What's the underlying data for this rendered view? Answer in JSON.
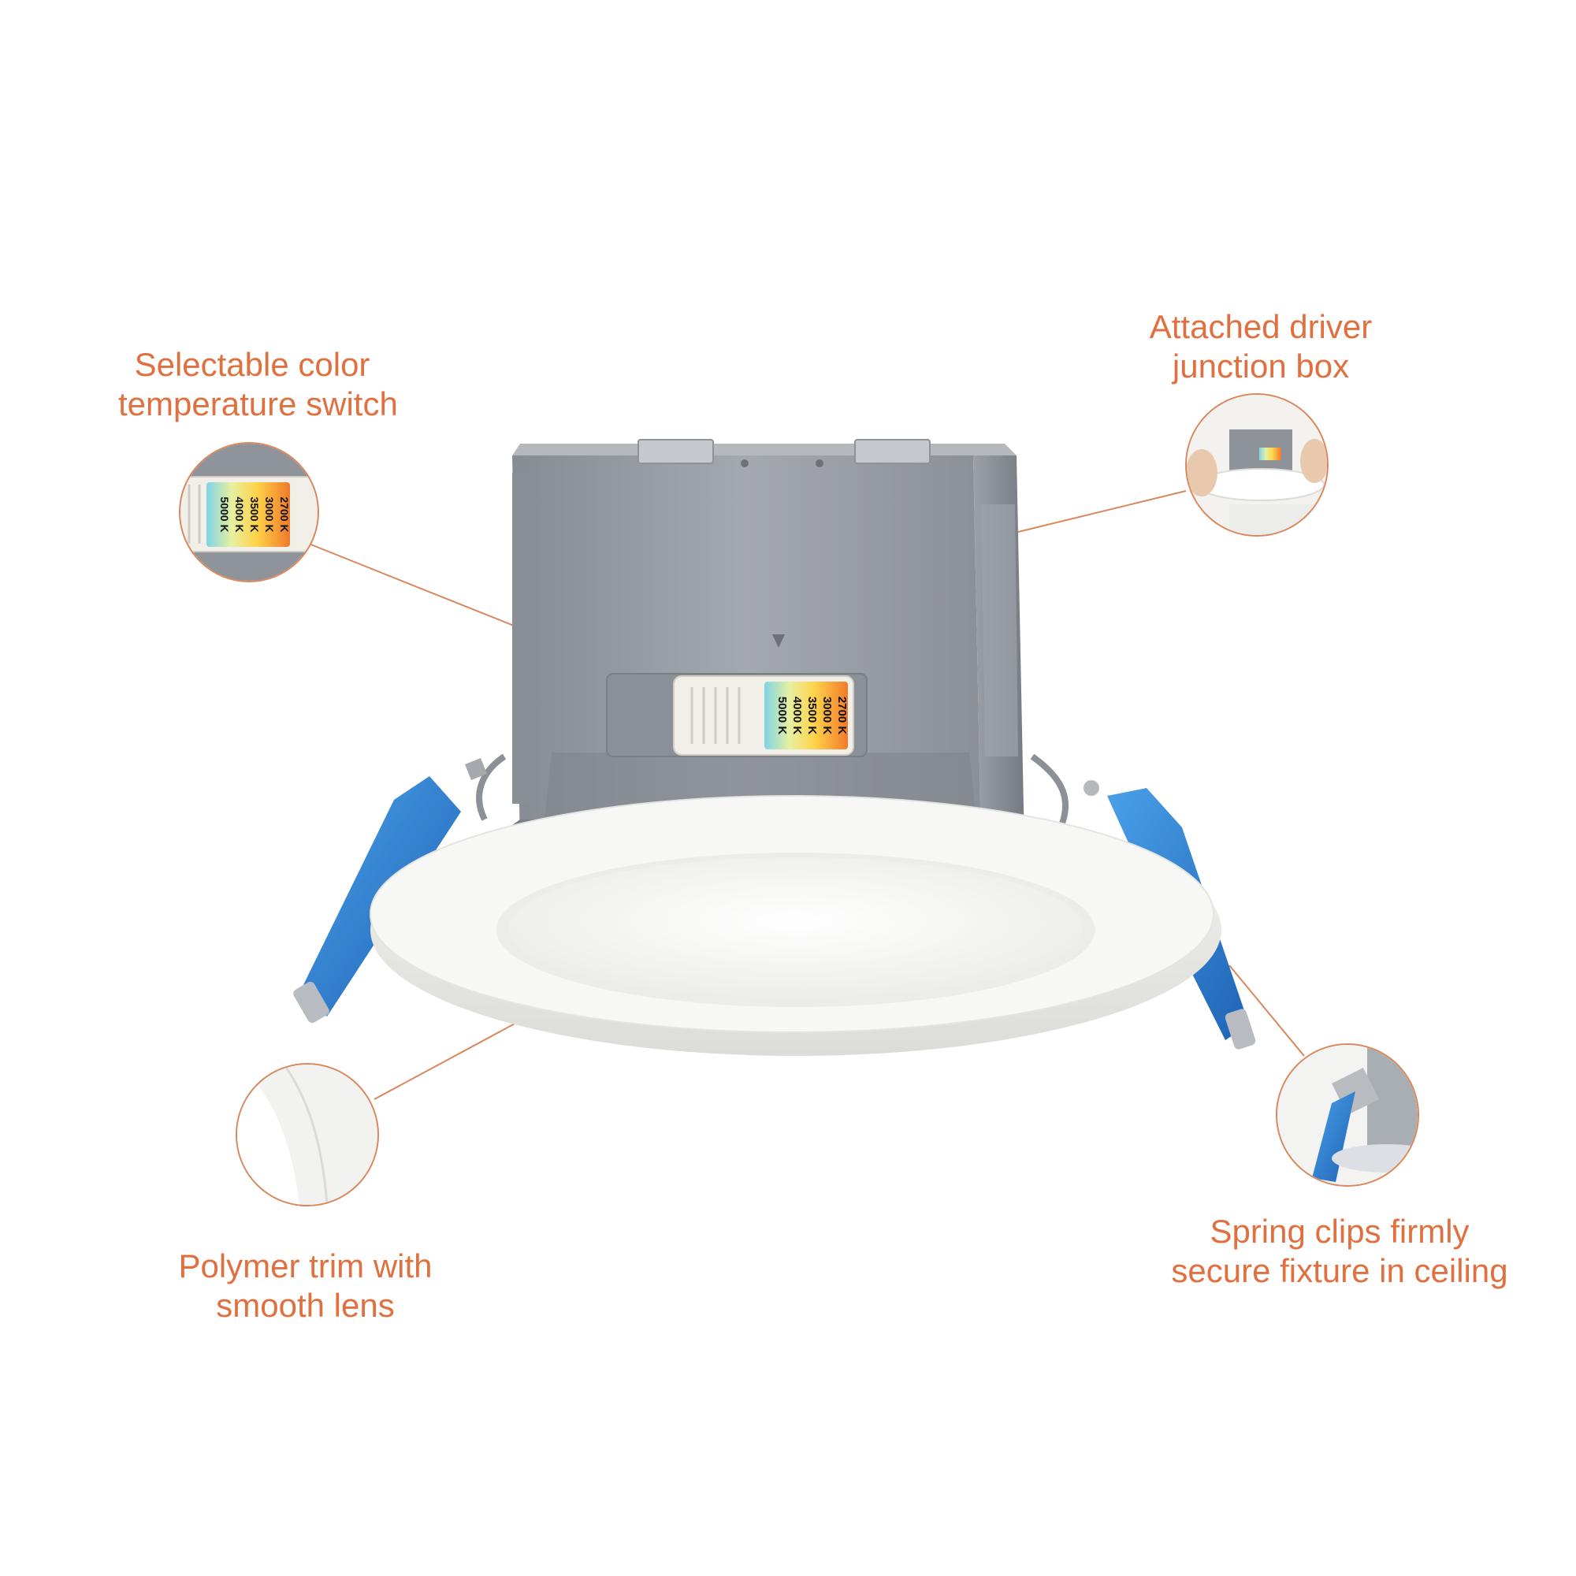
{
  "callouts": {
    "switch": {
      "line1": "Selectable color",
      "line2": "temperature switch"
    },
    "junction": {
      "line1": "Attached driver",
      "line2": "junction box"
    },
    "trim": {
      "line1": "Polymer trim with",
      "line2": "smooth lens"
    },
    "clips": {
      "line1": "Spring clips firmly",
      "line2": "secure fixture in ceiling"
    }
  },
  "switch_settings": [
    "2700 K",
    "3000 K",
    "3500 K",
    "4000 K",
    "5000 K"
  ],
  "colors": {
    "callout_text": "#e0703f",
    "leader_line": "#d9875c",
    "housing": "#8e9399",
    "clip": "#2f7fd0",
    "trim": "#f6f6f4"
  }
}
